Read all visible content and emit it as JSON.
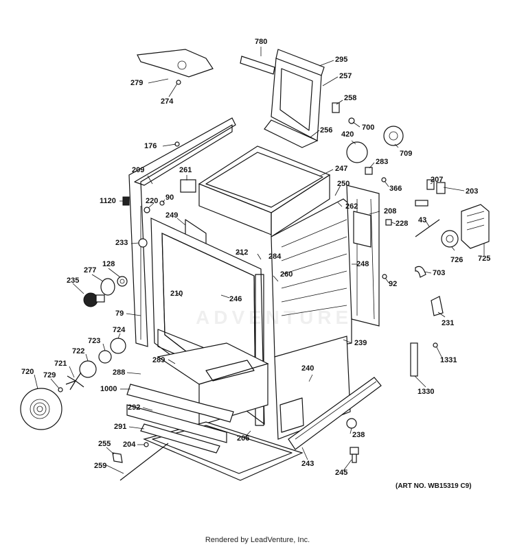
{
  "watermark": "ADVENTURE",
  "art_number": "(ART NO. WB15319 C9)",
  "footer": "Rendered by LeadVenture, Inc.",
  "labels": [
    "780",
    "295",
    "257",
    "258",
    "700",
    "709",
    "420",
    "256",
    "279",
    "274",
    "176",
    "283",
    "207",
    "203",
    "209",
    "261",
    "247",
    "250",
    "366",
    "1120",
    "220",
    "90",
    "262",
    "208",
    "228",
    "43",
    "249",
    "725",
    "233",
    "284",
    "212",
    "726",
    "128",
    "277",
    "703",
    "260",
    "248",
    "235",
    "92",
    "210",
    "246",
    "79",
    "231",
    "724",
    "723",
    "722",
    "239",
    "1331",
    "289",
    "721",
    "240",
    "720",
    "729",
    "288",
    "1330",
    "1000",
    "292",
    "291",
    "238",
    "204",
    "206",
    "255",
    "243",
    "245",
    "259"
  ]
}
